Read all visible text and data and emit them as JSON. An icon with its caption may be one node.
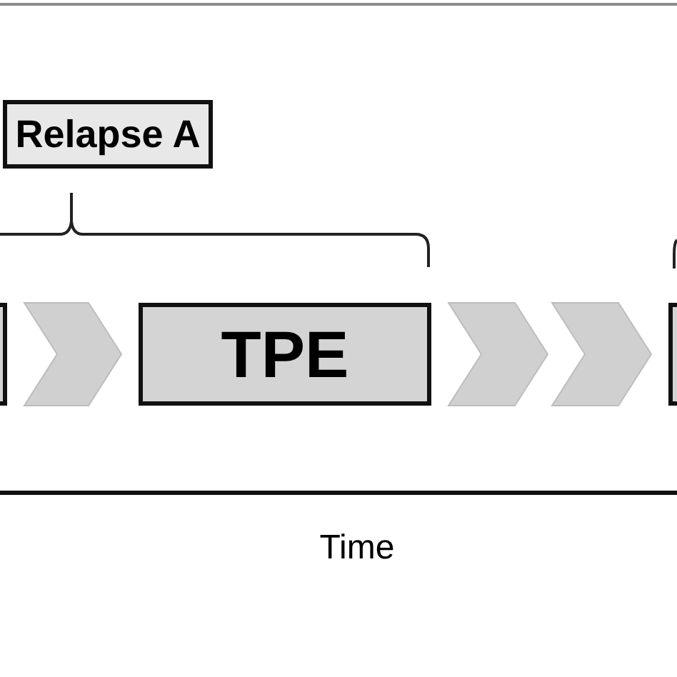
{
  "diagram": {
    "nodes": [
      {
        "text": [
          "Relapse A"
        ]
      },
      {
        "text": [],
        "shape": "box"
      },
      {
        "text": [
          "TPE"
        ]
      },
      {
        "text": [],
        "shape": "box"
      }
    ],
    "edges": [
      {
        "from": 1,
        "to": 2,
        "arrow": "to"
      },
      {
        "from": 2,
        "to": 3,
        "arrow": "to"
      }
    ],
    "labels": [
      "Time"
    ]
  }
}
